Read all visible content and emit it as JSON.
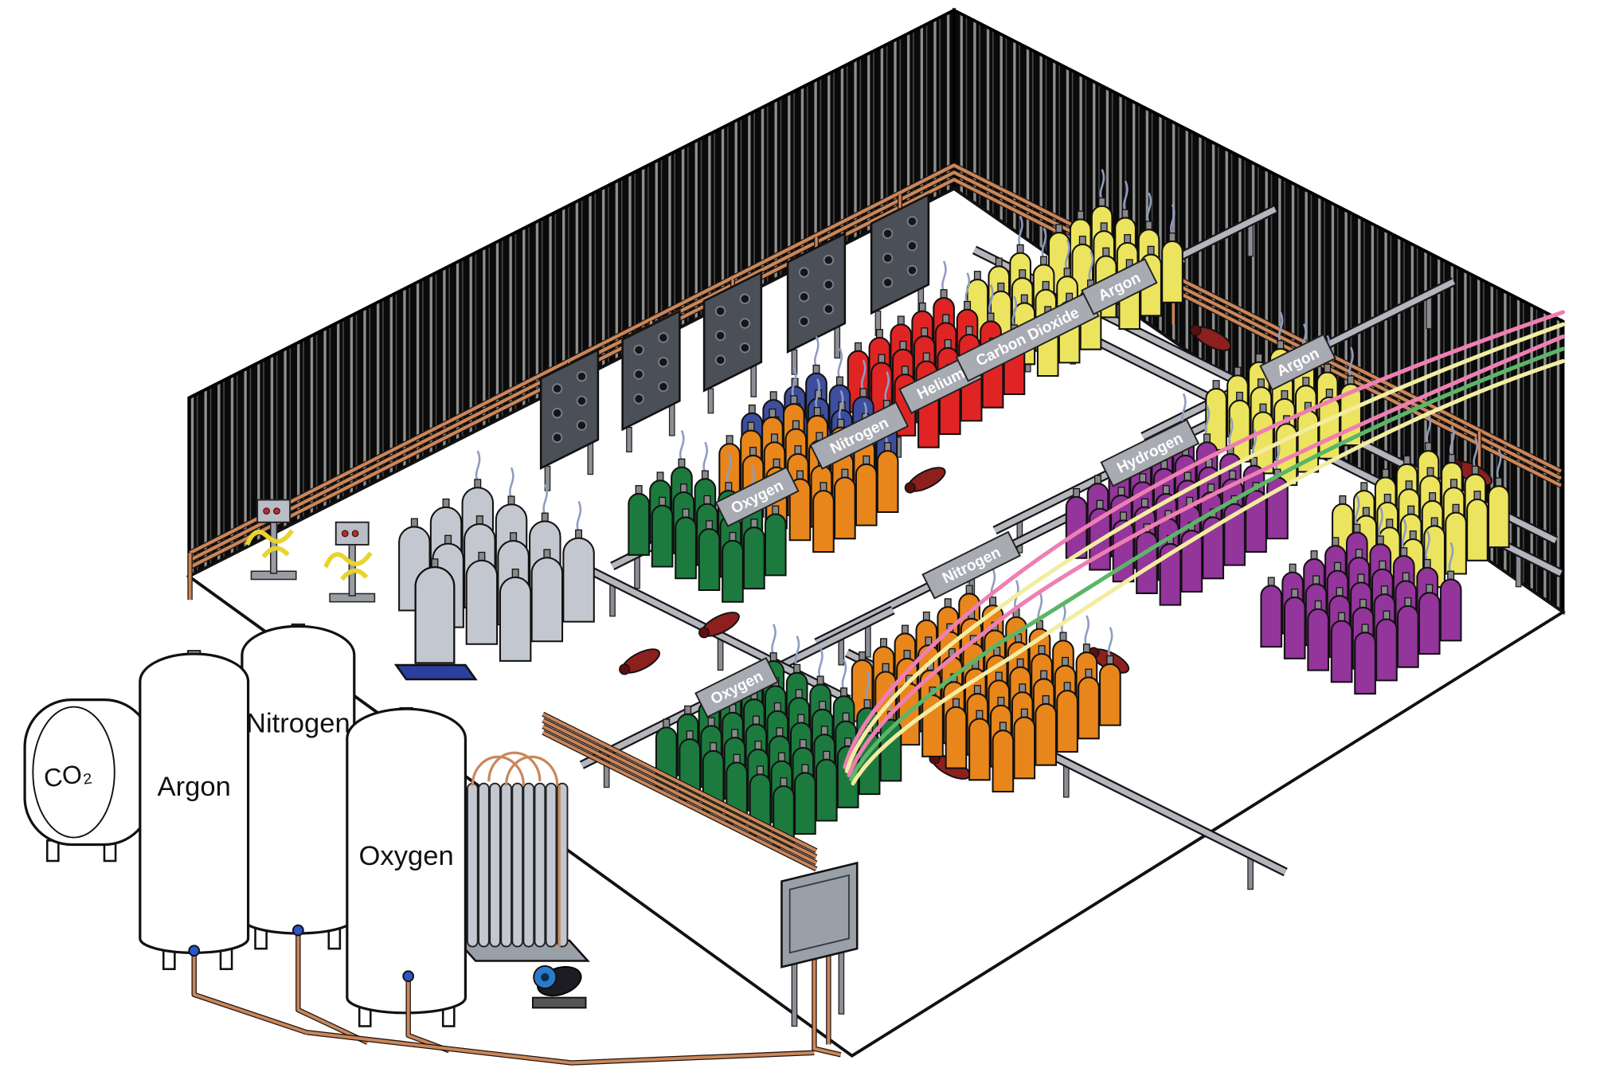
{
  "scene": {
    "description": "Isometric cutaway illustration of an industrial gas cylinder filling plant with bulk storage tanks, manifold panels and color-coded cylinder banks"
  },
  "tanks": {
    "co2": {
      "label": "CO₂"
    },
    "argon": {
      "label": "Argon"
    },
    "nitrogen": {
      "label": "Nitrogen"
    },
    "oxygen": {
      "label": "Oxygen"
    }
  },
  "signs": [
    {
      "id": "oxygen-rail-1",
      "label": "Oxygen"
    },
    {
      "id": "nitrogen-rail-1",
      "label": "Nitrogen"
    },
    {
      "id": "helium-rail",
      "label": "Helium"
    },
    {
      "id": "carbon-dioxide-rail",
      "label": "Carbon Dioxide"
    },
    {
      "id": "argon-rail-top",
      "label": "Argon"
    },
    {
      "id": "argon-rail-right",
      "label": "Argon"
    },
    {
      "id": "hydrogen-rail",
      "label": "Hydrogen"
    },
    {
      "id": "nitrogen-rail-2",
      "label": "Nitrogen"
    },
    {
      "id": "oxygen-rail-2",
      "label": "Oxygen"
    }
  ],
  "colors": {
    "cylinder_green": "#1d7a3f",
    "cylinder_orange": "#e8861c",
    "cylinder_blue": "#3d4e9e",
    "cylinder_red": "#e02424",
    "cylinder_yellow": "#ece45e",
    "cylinder_purple": "#93359b",
    "cylinder_gray": "#c3c7cf",
    "copper_pipe": "#c9875a",
    "hose_yellow": "#f2eda0",
    "hose_pink": "#ef7fb2",
    "hose_green": "#5cb567",
    "wall_black": "#0a0a0a",
    "wall_stripe": "#8f8f8f",
    "rail_gray": "#b5b6bc",
    "sign_gray": "#a9abb2",
    "torpedo_red": "#8e1f1f",
    "floor_white": "#ffffff",
    "pallet_blue": "#2b3f9e",
    "valve_blue": "#2b55c8"
  }
}
